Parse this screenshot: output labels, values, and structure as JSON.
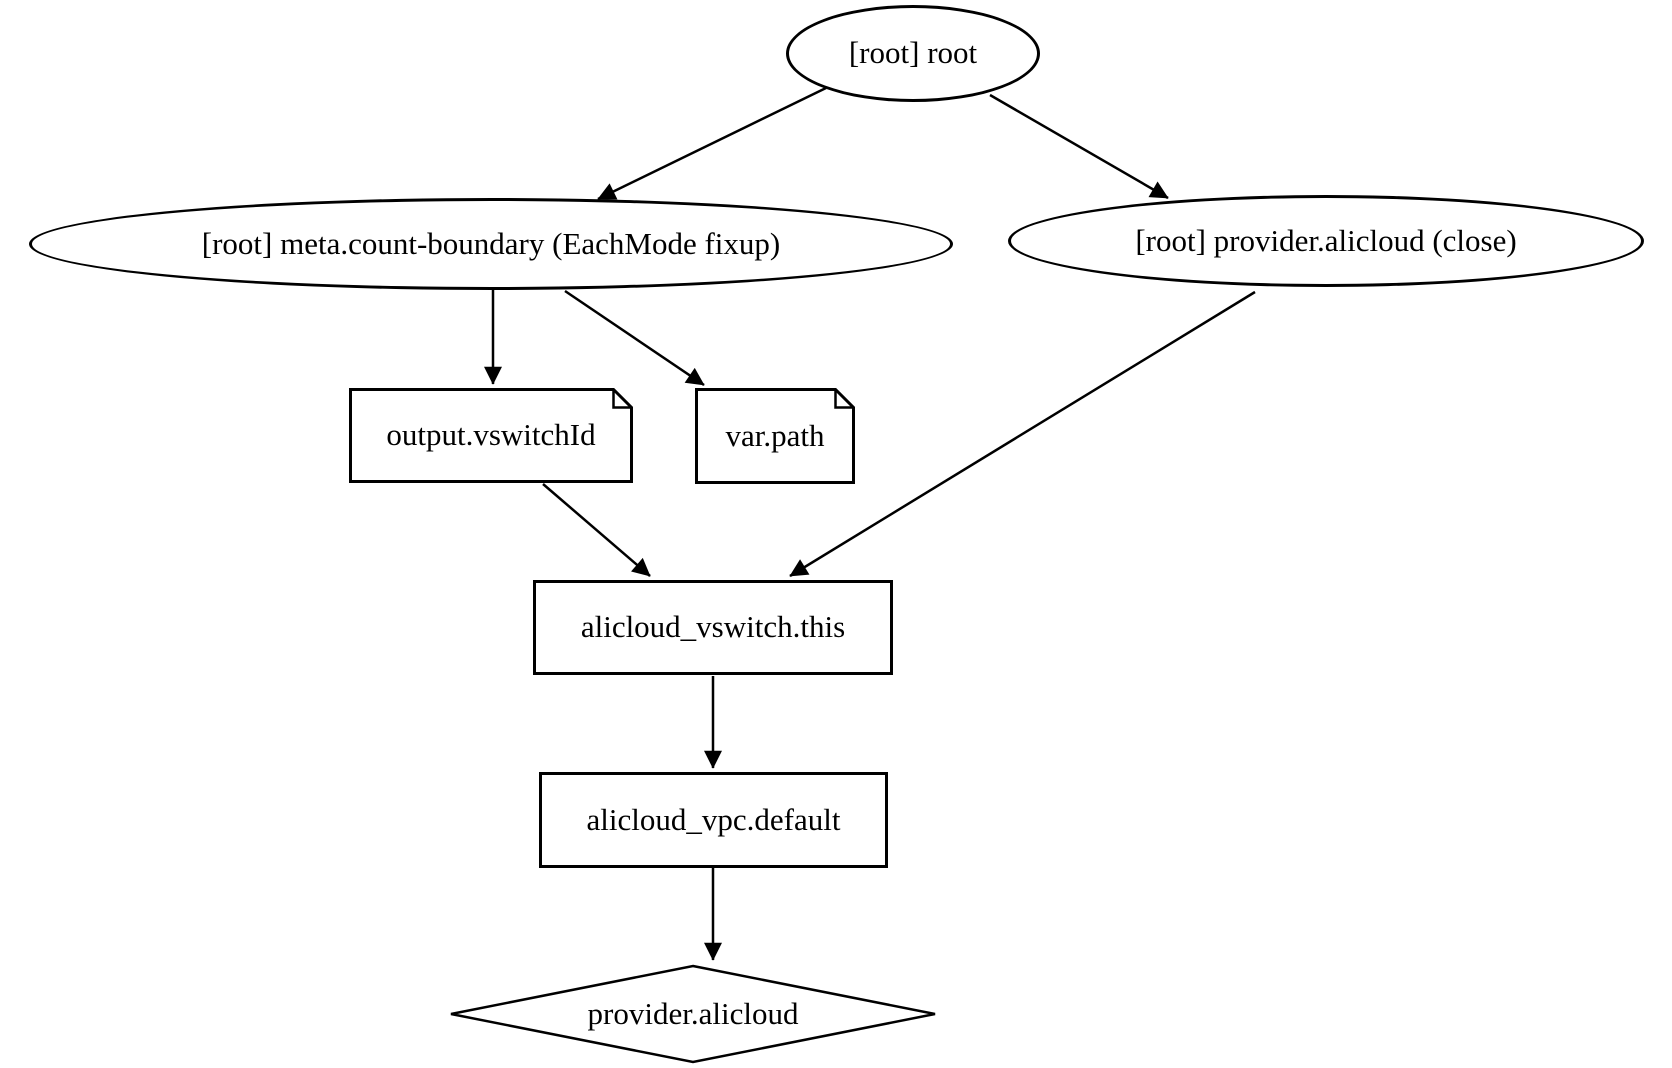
{
  "diagram": {
    "kind": "terraform-dependency-graph",
    "background_color": "#ffffff",
    "line_color": "#000000",
    "nodes": [
      {
        "id": "root",
        "shape": "ellipse",
        "label": "[root] root"
      },
      {
        "id": "meta-count-boundary",
        "shape": "ellipse",
        "label": "[root] meta.count-boundary (EachMode fixup)"
      },
      {
        "id": "provider-alicloud-close",
        "shape": "ellipse",
        "label": "[root] provider.alicloud (close)"
      },
      {
        "id": "output-vswitchId",
        "shape": "note",
        "label": "output.vswitchId"
      },
      {
        "id": "var-path",
        "shape": "note",
        "label": "var.path"
      },
      {
        "id": "alicloud-vswitch-this",
        "shape": "box",
        "label": "alicloud_vswitch.this"
      },
      {
        "id": "alicloud-vpc-default",
        "shape": "box",
        "label": "alicloud_vpc.default"
      },
      {
        "id": "provider-alicloud",
        "shape": "diamond",
        "label": "provider.alicloud"
      }
    ],
    "edges": [
      {
        "from": "root",
        "to": "meta-count-boundary"
      },
      {
        "from": "root",
        "to": "provider-alicloud-close"
      },
      {
        "from": "meta-count-boundary",
        "to": "output-vswitchId"
      },
      {
        "from": "meta-count-boundary",
        "to": "var-path"
      },
      {
        "from": "provider-alicloud-close",
        "to": "alicloud-vswitch-this"
      },
      {
        "from": "output-vswitchId",
        "to": "alicloud-vswitch-this"
      },
      {
        "from": "alicloud-vswitch-this",
        "to": "alicloud-vpc-default"
      },
      {
        "from": "alicloud-vpc-default",
        "to": "provider-alicloud"
      }
    ]
  }
}
